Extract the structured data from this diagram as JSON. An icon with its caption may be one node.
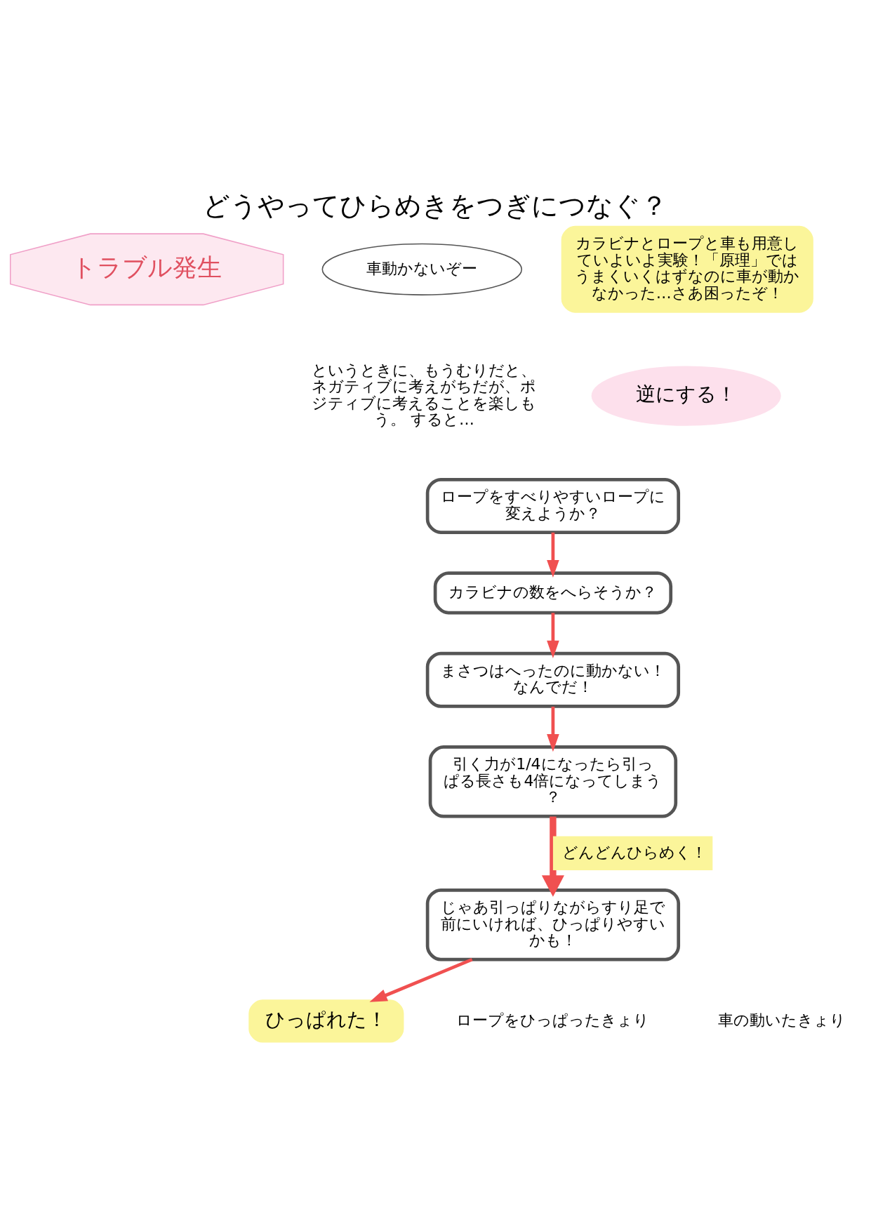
{
  "diagram": {
    "title": "どうやってひらめきをつぎにつなぐ？",
    "nodes": [
      {
        "text": [
          "トラブル発生"
        ]
      },
      {
        "text": [
          "車動かないぞー"
        ]
      },
      {
        "text": [
          "カラビナとロープと車も用意していよいよ実験！「原理」ではうまくいくはずなのに車が動かなかった…さあ困ったぞ！"
        ]
      },
      {
        "text": [
          "というときに、もうむりだと、ネガティブに考えがちだが、ポジティブに考えることを楽しもう。 すると…"
        ]
      },
      {
        "text": [
          "逆にする！"
        ]
      },
      {
        "text": [
          "ロープをすべりやすいロープに変えようか？"
        ]
      },
      {
        "text": [
          "カラビナの数をへらそうか？"
        ]
      },
      {
        "text": [
          "まさつはへったのに動かない！なんでだ！"
        ]
      },
      {
        "text": [
          "引く力が1/4になったら引っぱる長さも4倍になってしまう？"
        ]
      },
      {
        "text": [
          "じゃあ引っぱりながらすり足で前にいければ、ひっぱりやすいかも！"
        ]
      },
      {
        "text": [
          "ひっぱれた！"
        ]
      }
    ],
    "edges": [
      {
        "from": 5,
        "to": 6,
        "arrow": "to"
      },
      {
        "from": 6,
        "to": 7,
        "arrow": "to"
      },
      {
        "from": 7,
        "to": 8,
        "arrow": "to"
      },
      {
        "from": 8,
        "to": 9,
        "arrow": "to",
        "label": "どんどんひらめく！",
        "style": "thick"
      },
      {
        "from": 9,
        "to": 10,
        "arrow": "to"
      }
    ],
    "labels": [
      "ロープをひっぱったきょり",
      "車の動いたきょり"
    ]
  }
}
